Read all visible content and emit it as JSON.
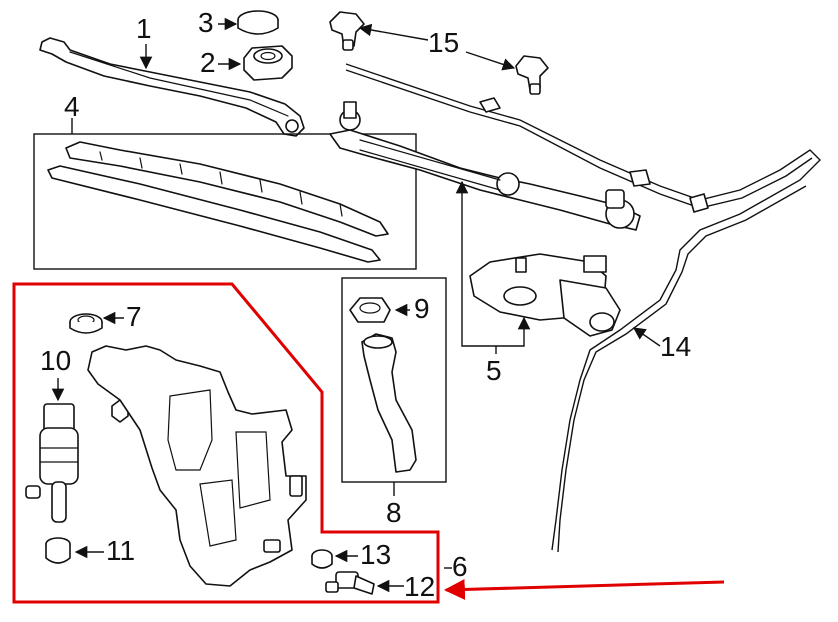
{
  "diagram": {
    "highlight_color": "#e00000",
    "callouts": [
      {
        "id": "1",
        "label": "1"
      },
      {
        "id": "2",
        "label": "2"
      },
      {
        "id": "3",
        "label": "3"
      },
      {
        "id": "4",
        "label": "4"
      },
      {
        "id": "5",
        "label": "5"
      },
      {
        "id": "6",
        "label": "6"
      },
      {
        "id": "7",
        "label": "7"
      },
      {
        "id": "8",
        "label": "8"
      },
      {
        "id": "9",
        "label": "9"
      },
      {
        "id": "10",
        "label": "10"
      },
      {
        "id": "11",
        "label": "11"
      },
      {
        "id": "12",
        "label": "12"
      },
      {
        "id": "13",
        "label": "13"
      },
      {
        "id": "14",
        "label": "14"
      },
      {
        "id": "15",
        "label": "15"
      }
    ]
  }
}
